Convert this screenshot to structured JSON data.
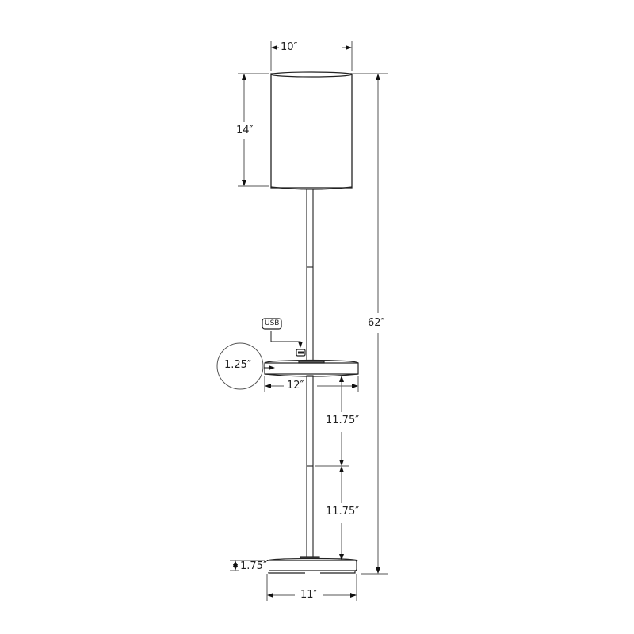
{
  "diagram": {
    "subject": "Floor lamp with side table and USB port",
    "dimensions": {
      "shade_width": "10″",
      "shade_height": "14″",
      "total_height": "62″",
      "table_thickness": "1.25″",
      "table_width": "12″",
      "pole_upper_segment": "11.75″",
      "pole_lower_segment": "11.75″",
      "base_height": "1.75″",
      "base_width": "11″"
    },
    "callouts": {
      "usb": "USB"
    },
    "colors": {
      "line": "#222222",
      "dimension_line": "#555555",
      "background": "#ffffff"
    }
  }
}
